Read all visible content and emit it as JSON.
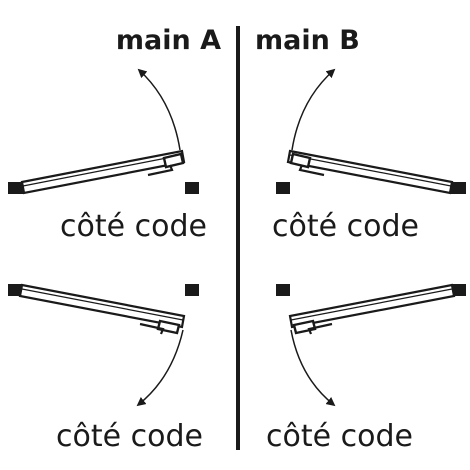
{
  "header": {
    "left_title": "main A",
    "right_title": "main B"
  },
  "panels": {
    "a_top": {
      "caption": "côté code"
    },
    "b_top": {
      "caption": "côté code"
    },
    "a_bottom": {
      "caption": "côté code"
    },
    "b_bottom": {
      "caption": "côté code"
    }
  },
  "icons": {
    "door": "door-leaf-icon",
    "arrow": "swing-arc-arrow-icon",
    "frame": "frame-block-icon"
  },
  "colors": {
    "ink": "#1a1a1a",
    "background": "#ffffff"
  }
}
